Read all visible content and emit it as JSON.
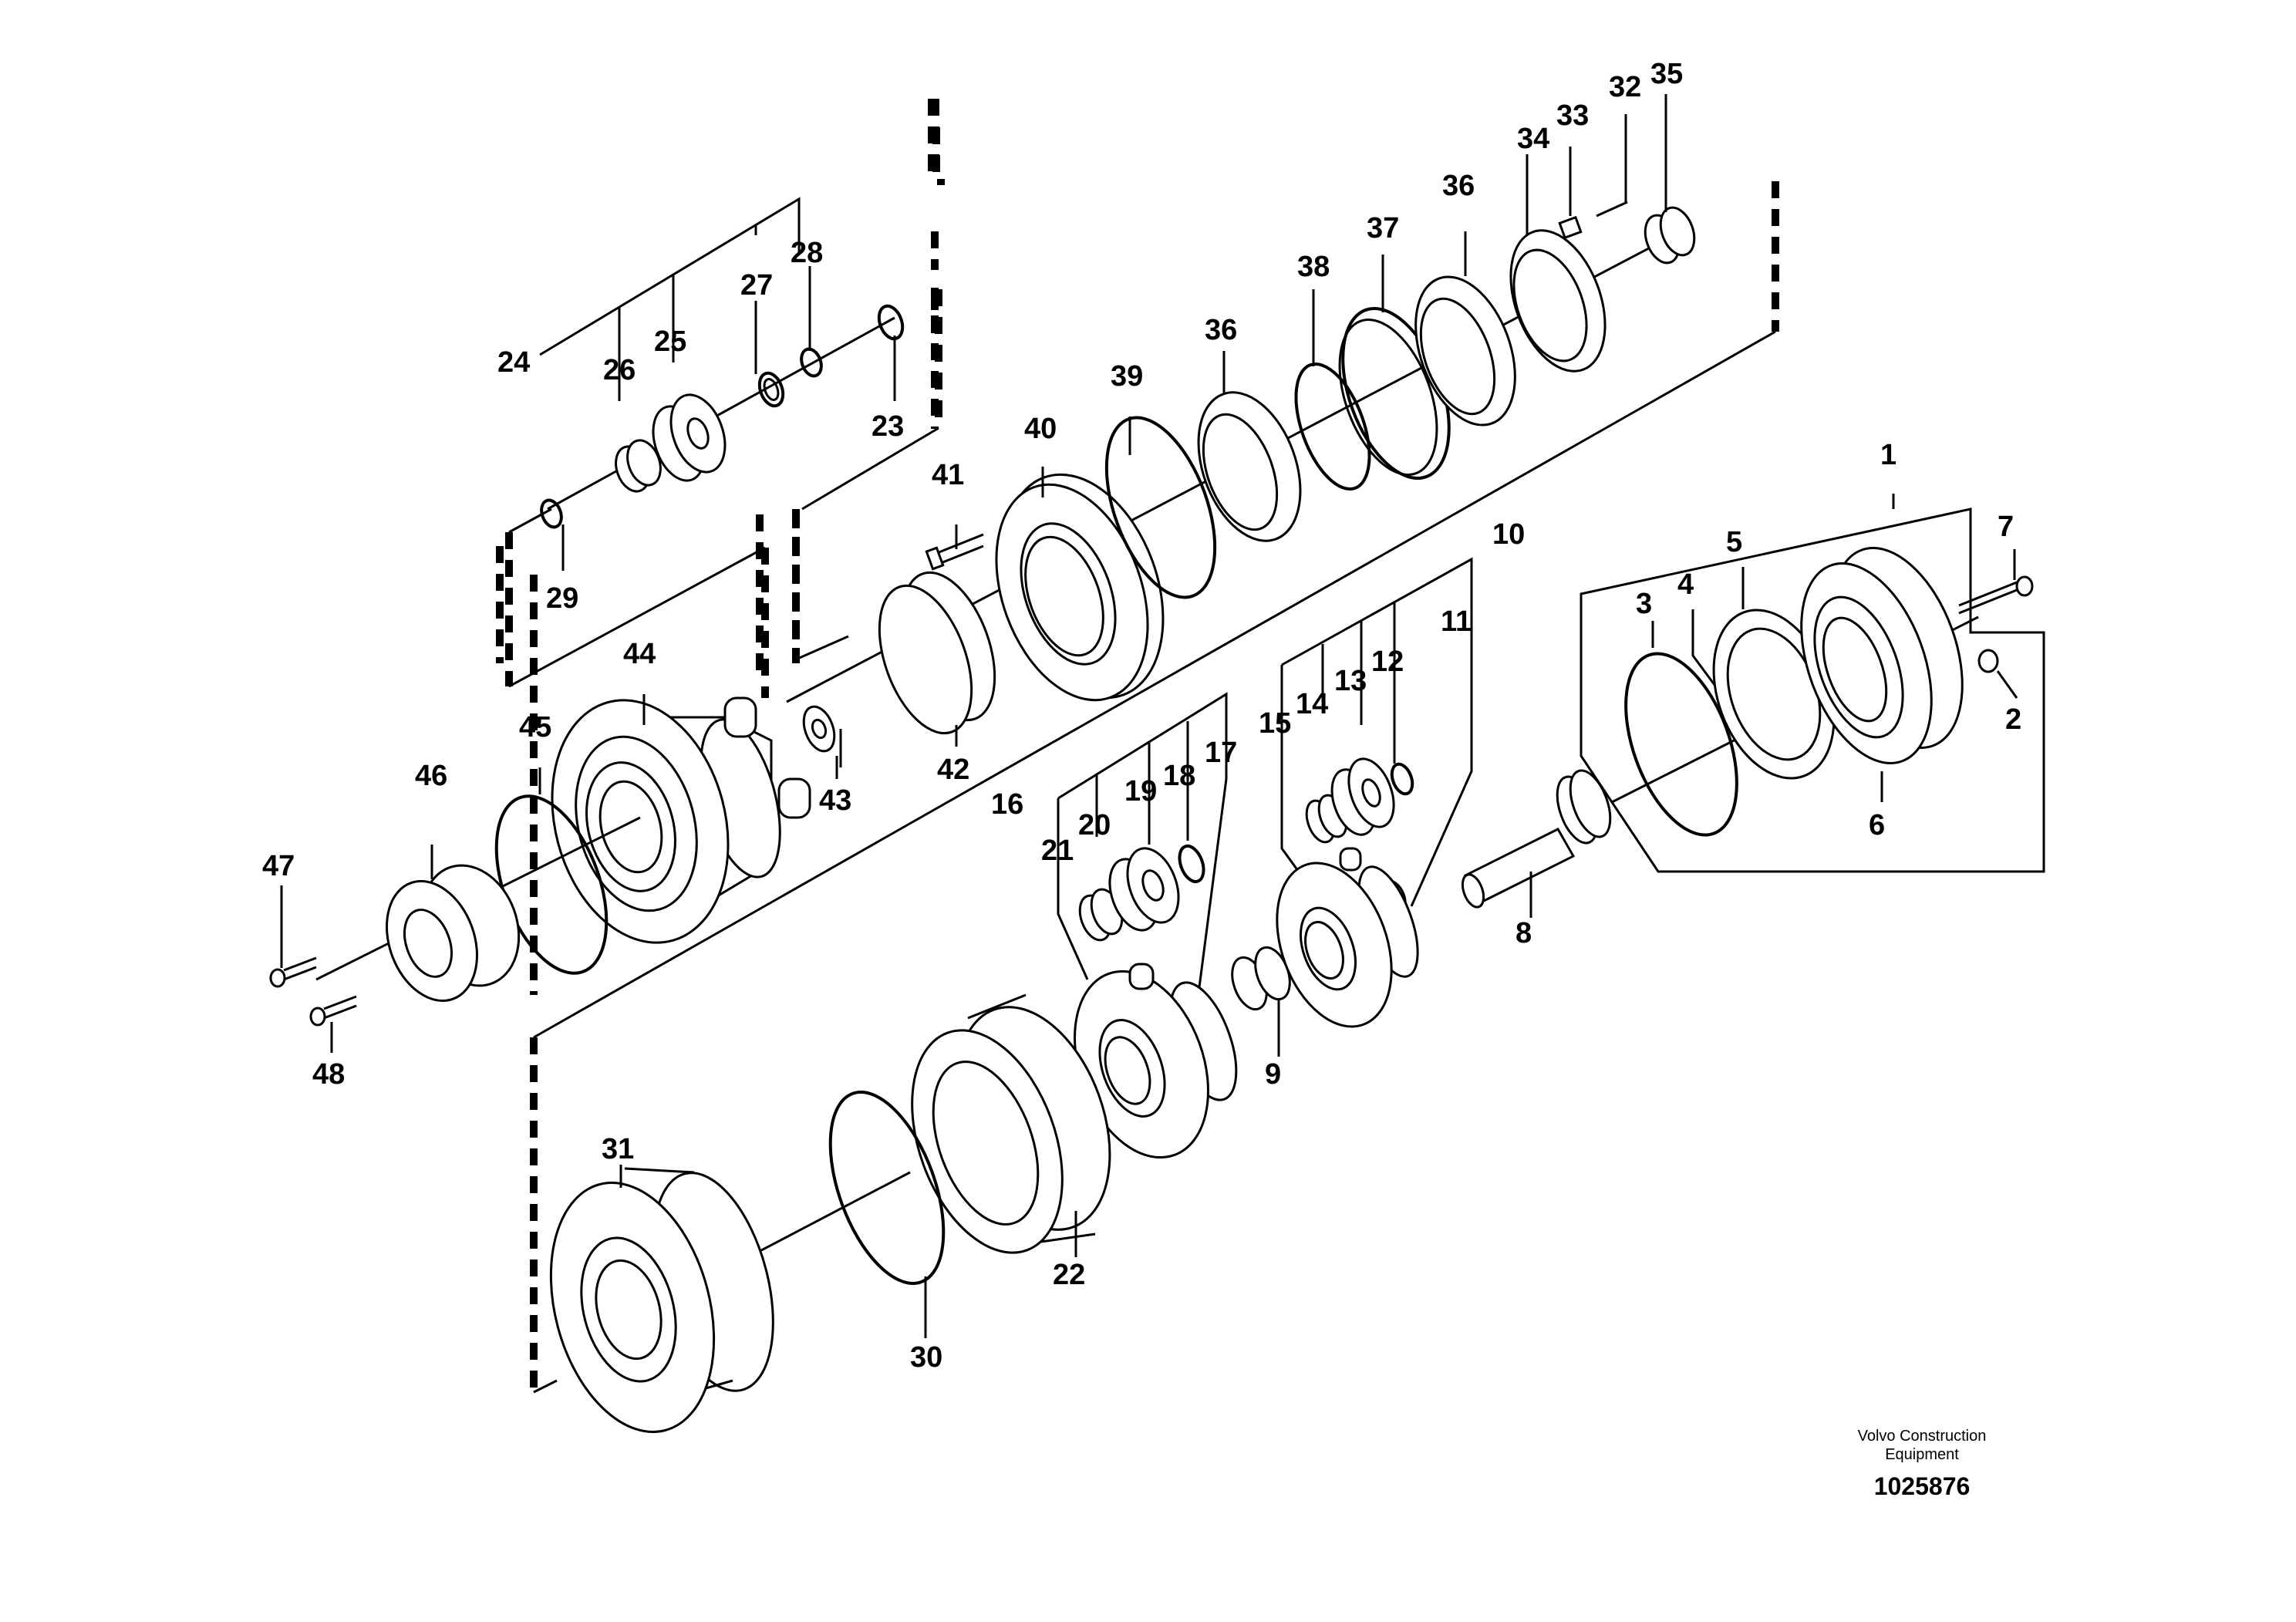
{
  "parts": [
    {
      "id": "p1",
      "label": "1"
    },
    {
      "id": "p2",
      "label": "2"
    },
    {
      "id": "p3",
      "label": "3"
    },
    {
      "id": "p4",
      "label": "4"
    },
    {
      "id": "p5",
      "label": "5"
    },
    {
      "id": "p6",
      "label": "6"
    },
    {
      "id": "p7",
      "label": "7"
    },
    {
      "id": "p8",
      "label": "8"
    },
    {
      "id": "p9",
      "label": "9"
    },
    {
      "id": "p10",
      "label": "10"
    },
    {
      "id": "p11",
      "label": "11"
    },
    {
      "id": "p12",
      "label": "12"
    },
    {
      "id": "p13",
      "label": "13"
    },
    {
      "id": "p14",
      "label": "14"
    },
    {
      "id": "p15",
      "label": "15"
    },
    {
      "id": "p16",
      "label": "16"
    },
    {
      "id": "p17",
      "label": "17"
    },
    {
      "id": "p18",
      "label": "18"
    },
    {
      "id": "p19",
      "label": "19"
    },
    {
      "id": "p20",
      "label": "20"
    },
    {
      "id": "p21",
      "label": "21"
    },
    {
      "id": "p22",
      "label": "22"
    },
    {
      "id": "p23",
      "label": "23"
    },
    {
      "id": "p24",
      "label": "24"
    },
    {
      "id": "p25",
      "label": "25"
    },
    {
      "id": "p26",
      "label": "26"
    },
    {
      "id": "p27",
      "label": "27"
    },
    {
      "id": "p28",
      "label": "28"
    },
    {
      "id": "p29",
      "label": "29"
    },
    {
      "id": "p30",
      "label": "30"
    },
    {
      "id": "p31",
      "label": "31"
    },
    {
      "id": "p32",
      "label": "32"
    },
    {
      "id": "p33",
      "label": "33"
    },
    {
      "id": "p34",
      "label": "34"
    },
    {
      "id": "p35",
      "label": "35"
    },
    {
      "id": "p36a",
      "label": "36"
    },
    {
      "id": "p36b",
      "label": "36"
    },
    {
      "id": "p37",
      "label": "37"
    },
    {
      "id": "p38",
      "label": "38"
    },
    {
      "id": "p39",
      "label": "39"
    },
    {
      "id": "p40",
      "label": "40"
    },
    {
      "id": "p41",
      "label": "41"
    },
    {
      "id": "p42",
      "label": "42"
    },
    {
      "id": "p43",
      "label": "43"
    },
    {
      "id": "p44",
      "label": "44"
    },
    {
      "id": "p45",
      "label": "45"
    },
    {
      "id": "p46",
      "label": "46"
    },
    {
      "id": "p47",
      "label": "47"
    },
    {
      "id": "p48",
      "label": "48"
    }
  ],
  "credit": {
    "line1": "Volvo Construction",
    "line2": "Equipment",
    "drawing_number": "1025876"
  }
}
